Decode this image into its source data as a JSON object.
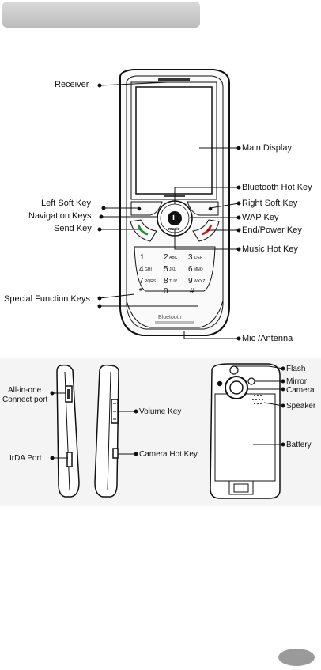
{
  "header": {
    "bar_color": "#c8c8c8"
  },
  "front_labels": {
    "receiver": "Receiver",
    "main_display": "Main Display",
    "bluetooth_hot_key": "Bluetooth Hot Key",
    "left_soft_key": "Left Soft Key",
    "right_soft_key": "Right Soft Key",
    "navigation_keys": "Navigation Keys",
    "wap_key": "WAP Key",
    "send_key": "Send Key",
    "end_power_key": "End/Power Key",
    "music_hot_key": "Music Hot Key",
    "special_function_keys": "Special Function Keys",
    "mic_antenna": "Mic /Antenna"
  },
  "side_labels": {
    "all_in_one_line1": "All-in-one",
    "all_in_one_line2": "Connect port",
    "volume_key": "Volume Key",
    "irda_port": "IrDA Port",
    "camera_hot_key": "Camera Hot Key"
  },
  "back_labels": {
    "flash": "Flash",
    "mirror": "Mirror",
    "camera": "Camera",
    "speaker": "Speaker",
    "battery": "Battery"
  },
  "keypad": {
    "k1": "1",
    "k2": "2",
    "k2s": "ABC",
    "k3": "3",
    "k3s": "DEF",
    "k4": "4",
    "k4s": "GHI",
    "k5": "5",
    "k5s": "JKL",
    "k6": "6",
    "k6s": "MNO",
    "k7": "7",
    "k7s": "PQRS",
    "k8": "8",
    "k8s": "TUV",
    "k9": "9",
    "k9s": "WXYZ",
    "kstar": "*",
    "k0": "0",
    "khash": "#"
  },
  "center_key": {
    "icon": "i",
    "sub": "music"
  },
  "brand_logo": "Bluetooth"
}
